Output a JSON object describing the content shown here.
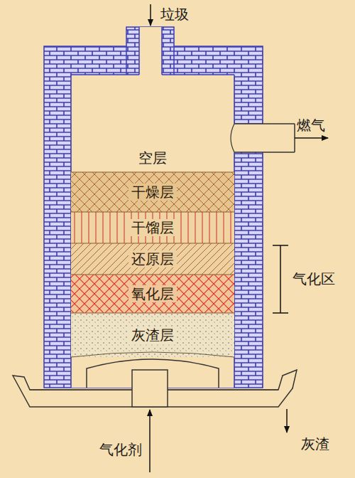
{
  "diagram": {
    "nodes": [
      {
        "text": [
          "干燥层"
        ]
      },
      {
        "text": [
          "干馏层"
        ]
      },
      {
        "text": [
          "还原层"
        ]
      },
      {
        "text": [
          "氧化层"
        ]
      },
      {
        "text": [
          "灰渣层"
        ]
      }
    ],
    "labels": [
      "垃圾",
      "燃气",
      "空层",
      "气化区",
      "气化剂",
      "灰渣"
    ]
  }
}
